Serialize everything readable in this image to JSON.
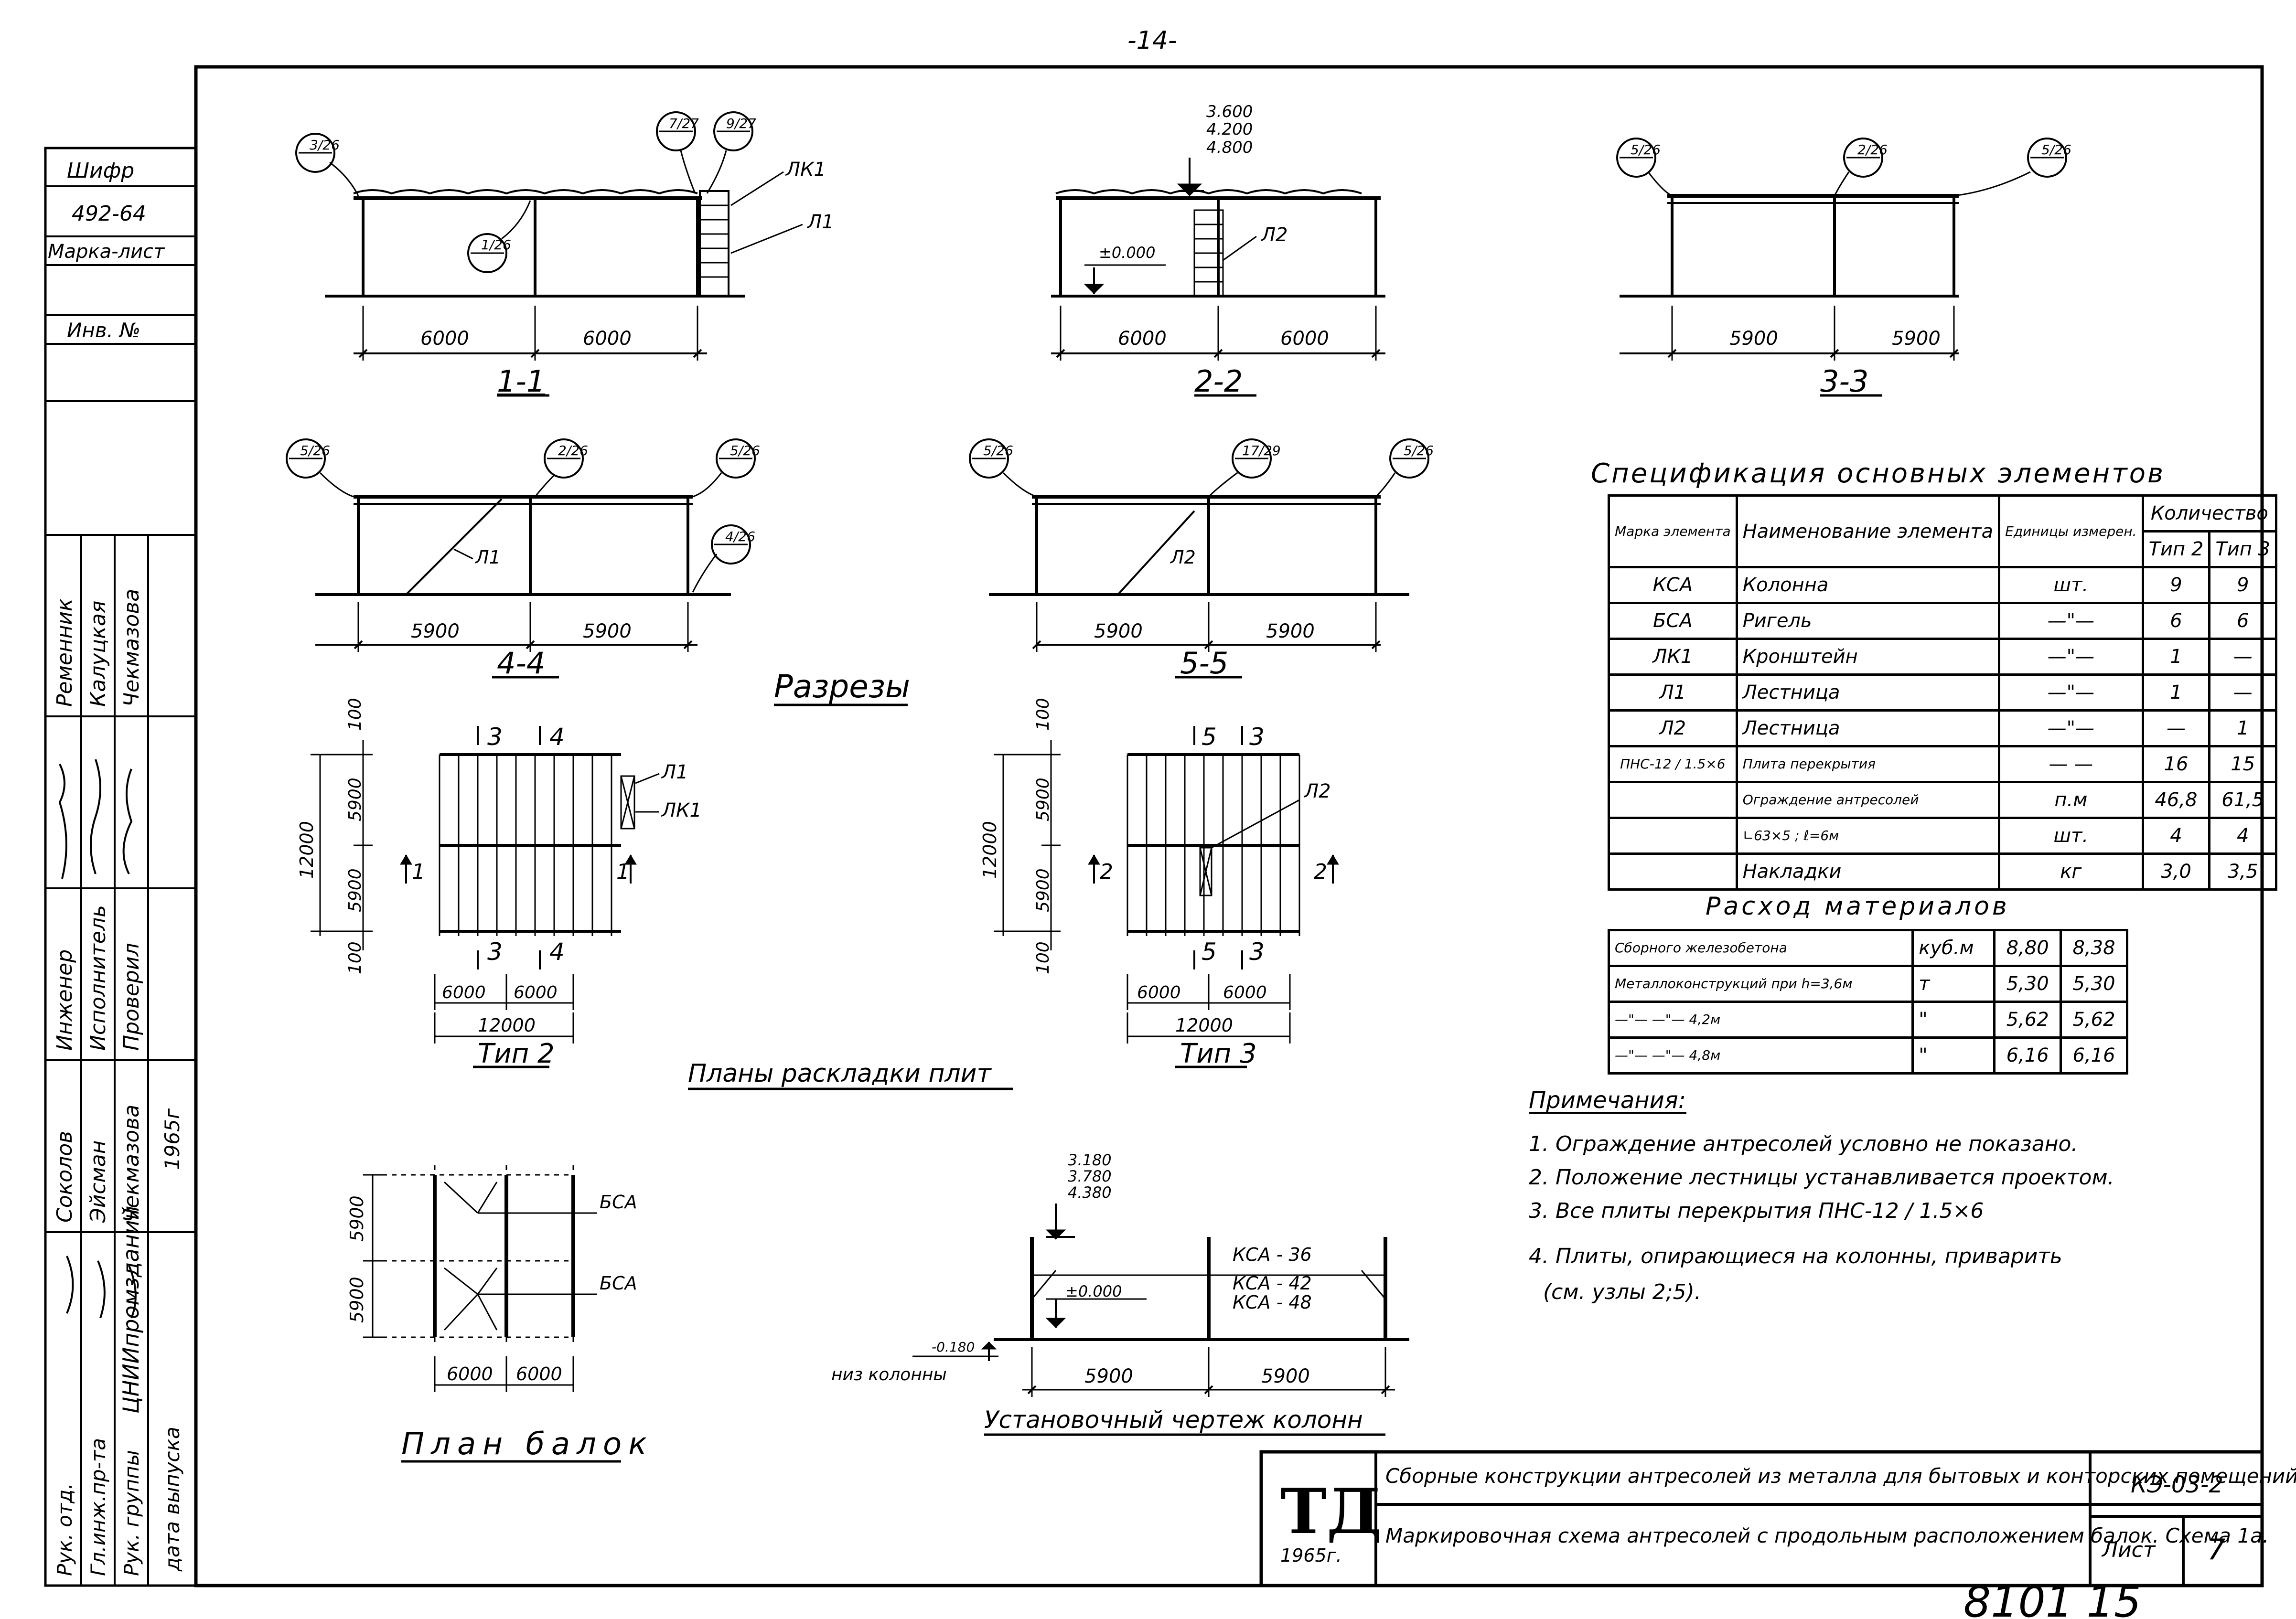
{
  "page_number": "-14-",
  "sheet_code_bottom": "8101 15",
  "left_stamp": {
    "cipher_label": "Шифр",
    "cipher_value": "492-64",
    "marka_list_label": "Марка-лист",
    "inv_label": "Инв. №",
    "names": [
      "Ременник",
      "Калуцкая",
      "Чекмазова"
    ],
    "role_engineer": "Инженер",
    "role_executor": "Исполнитель",
    "role_checked": "Проверил",
    "names2": [
      "Соколов",
      "Эйсман",
      "Чекмазова"
    ],
    "roles2": [
      "Рук. отд.",
      "Гл.инж.пр-та",
      "Рук. группы"
    ],
    "org": "ЦНИИпромзданий",
    "release_label": "дата выпуска",
    "year": "1965г"
  },
  "sections": {
    "s11": {
      "label": "1-1",
      "dims": [
        "6000",
        "6000"
      ],
      "callouts": [
        "3/26",
        "1/26",
        "7/27",
        "9/27"
      ],
      "labels": [
        "ЛК1",
        "Л1"
      ]
    },
    "s22": {
      "label": "2-2",
      "dims": [
        "6000",
        "6000"
      ],
      "levels": [
        "3.600",
        "4.200",
        "4.800"
      ],
      "zero": "±0.000",
      "labels": [
        "Л2"
      ]
    },
    "s33": {
      "label": "3-3",
      "dims": [
        "5900",
        "5900"
      ],
      "callouts": [
        "5/26",
        "2/26",
        "5/26"
      ]
    },
    "s44": {
      "label": "4-4",
      "dims": [
        "5900",
        "5900"
      ],
      "callouts": [
        "5/26",
        "2/26",
        "5/26",
        "4/26"
      ],
      "labels": [
        "Л1"
      ]
    },
    "s55": {
      "label": "5-5",
      "dims": [
        "5900",
        "5900"
      ],
      "callouts": [
        "5/26",
        "17/29",
        "5/26"
      ],
      "labels": [
        "Л2"
      ]
    }
  },
  "razrezy_title": "Разрезы",
  "plans": {
    "title": "Планы раскладки плит",
    "type2": {
      "label": "Тип 2",
      "dims_v": [
        "100",
        "5900",
        "5900",
        "100"
      ],
      "total_v": "12000",
      "dims_h": [
        "6000",
        "6000"
      ],
      "total_h": "12000",
      "marks": [
        "3",
        "4",
        "1",
        "1"
      ],
      "labels": [
        "Л1",
        "ЛК1"
      ]
    },
    "type3": {
      "label": "Тип 3",
      "dims_v": [
        "100",
        "5900",
        "5900",
        "100"
      ],
      "total_v": "12000",
      "dims_h": [
        "6000",
        "6000"
      ],
      "total_h": "12000",
      "marks": [
        "5",
        "3",
        "2",
        "2"
      ],
      "labels": [
        "Л2"
      ]
    }
  },
  "beam_plan": {
    "title": "План балок",
    "dims_v": [
      "5900",
      "5900"
    ],
    "dims_h": [
      "6000",
      "6000"
    ],
    "labels": [
      "БСА",
      "БСА"
    ]
  },
  "column_drawing": {
    "title": "Установочный чертеж колонн",
    "levels": [
      "3.180",
      "3.780",
      "4.380"
    ],
    "zero": "±0.000",
    "bottom_level": "-0.180",
    "bottom_label": "низ колонны",
    "marks": [
      "КСА - 36",
      "КСА - 42",
      "КСА - 48"
    ],
    "dims": [
      "5900",
      "5900"
    ]
  },
  "spec_table": {
    "title": "Спецификация основных элементов",
    "headers": {
      "mark": "Марка элемента",
      "name": "Наименование элемента",
      "unit": "Единицы измерен.",
      "qty": "Количество",
      "t2": "Тип 2",
      "t3": "Тип 3"
    },
    "rows": [
      [
        "КСА",
        "Колонна",
        "шт.",
        "9",
        "9"
      ],
      [
        "БСА",
        "Ригель",
        "—\"—",
        "6",
        "6"
      ],
      [
        "ЛК1",
        "Кронштейн",
        "—\"—",
        "1",
        "—"
      ],
      [
        "Л1",
        "Лестница",
        "—\"—",
        "1",
        "—"
      ],
      [
        "Л2",
        "Лестница",
        "—\"—",
        "—",
        "1"
      ],
      [
        "ПНС-12 / 1.5×6",
        "Плита перекрытия",
        "— —",
        "16",
        "15"
      ],
      [
        "",
        "Ограждение антресолей",
        "п.м",
        "46,8",
        "61,5"
      ],
      [
        "",
        "∟63×5 ; ℓ=6м",
        "шт.",
        "4",
        "4"
      ],
      [
        "",
        "Накладки",
        "кг",
        "3,0",
        "3,5"
      ]
    ]
  },
  "materials_table": {
    "title": "Расход материалов",
    "rows": [
      [
        "Сборного железобетона",
        "куб.м",
        "8,80",
        "8,38"
      ],
      [
        "Металлоконструкций при h=3,6м",
        "т",
        "5,30",
        "5,30"
      ],
      [
        "—\"— —\"— 4,2м",
        "\"",
        "5,62",
        "5,62"
      ],
      [
        "—\"— —\"— 4,8м",
        "\"",
        "6,16",
        "6,16"
      ]
    ]
  },
  "notes": {
    "title": "Примечания:",
    "items": [
      "1. Ограждение антресолей условно не показано.",
      "2. Положение лестницы устанавливается проектом.",
      "3. Все плиты перекрытия ПНС-12 / 1.5×6",
      "4. Плиты, опирающиеся на колонны, приварить",
      "(см. узлы 2;5)."
    ]
  },
  "title_block": {
    "logo": "ТД",
    "logo_year": "1965г.",
    "title1": "Сборные конструкции антресолей из металла для бытовых и конторских помещений.",
    "title2": "Маркировочная схема антресолей с продольным расположением балок. Схема 1а.",
    "code": "КЭ-03-2",
    "sheet_label": "Лист",
    "sheet_num": "7"
  }
}
